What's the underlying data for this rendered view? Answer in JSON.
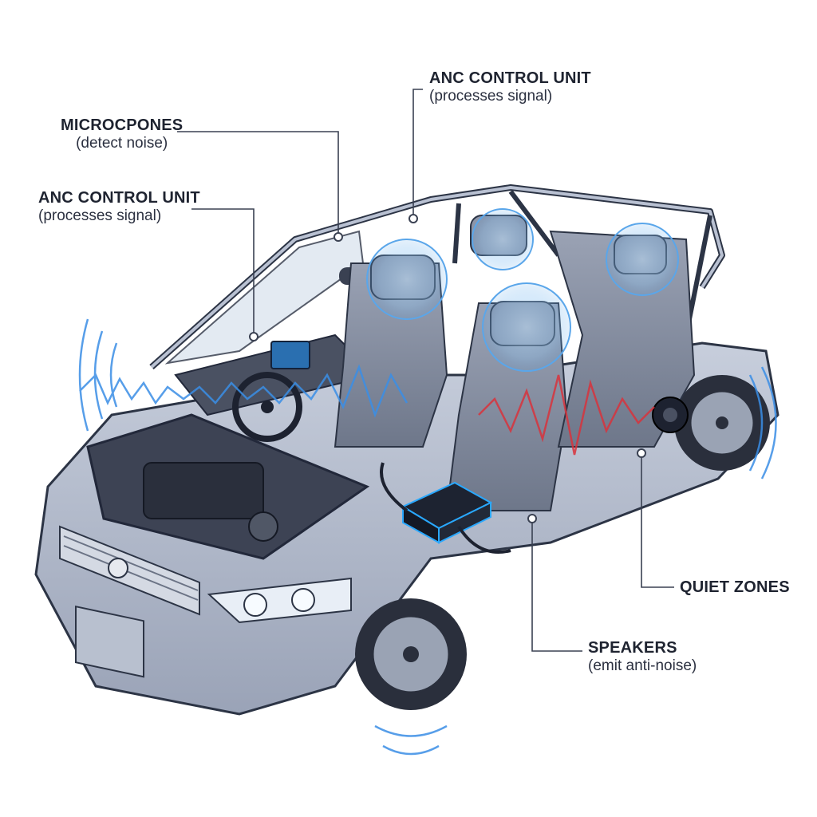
{
  "callouts": {
    "anc_top": {
      "title": "ANC CONTROL UNIT",
      "subtitle": "(processes signal)"
    },
    "microphones": {
      "title": "MICROCPONES",
      "subtitle": "(detect noise)"
    },
    "anc_left": {
      "title": "ANC CONTROL UNIT",
      "subtitle": "(processes signal)"
    },
    "quiet_zones": {
      "title": "QUIET ZONES"
    },
    "speakers": {
      "title": "SPEAKERS",
      "subtitle": "(emit anti-noise)"
    }
  },
  "colors": {
    "car_body": "#aeb6c8",
    "car_outline": "#2c3445",
    "seat": "#8a93a6",
    "anti_noise_wave": "#3a8ee6",
    "noise_wave": "#d8323c",
    "quiet_zone": "#6fb4f0",
    "ecu_glow": "#29a8ff",
    "leader_line": "#3a4152"
  }
}
